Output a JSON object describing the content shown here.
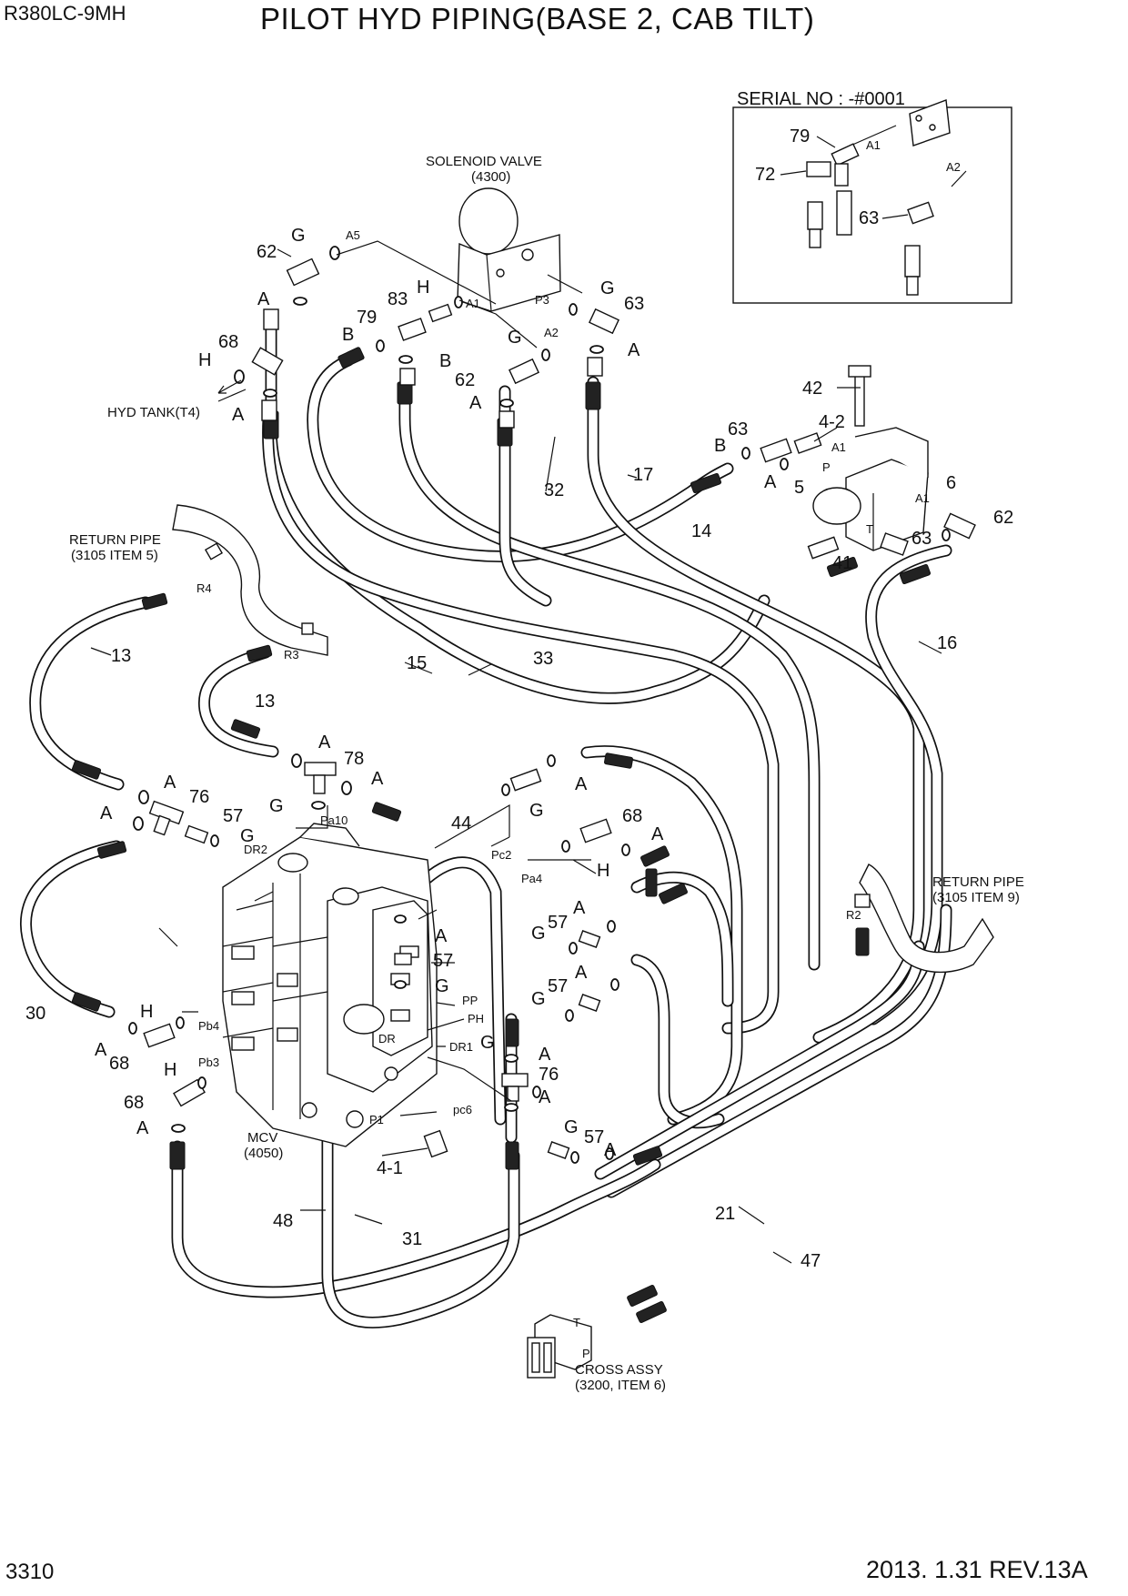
{
  "header": {
    "model": "R380LC-9MH",
    "title": "PILOT HYD PIPING(BASE 2, CAB TILT)"
  },
  "footer": {
    "page": "3310",
    "date_rev": "2013. 1.31  REV.13A"
  },
  "serial_box": {
    "title": "SERIAL NO : -#0001",
    "parts": [
      "79",
      "72",
      "63"
    ],
    "ports": [
      "A1",
      "A2"
    ]
  },
  "components": {
    "solenoid_valve": {
      "name": "SOLENOID VALVE",
      "code": "(4300)"
    },
    "mcv": {
      "name": "MCV",
      "code": "(4050)"
    },
    "return_pipe_left": {
      "name": "RETURN PIPE",
      "ref": "(3105 ITEM 5)"
    },
    "return_pipe_right": {
      "name": "RETURN PIPE",
      "ref": "(3105 ITEM 9)"
    },
    "cross_assy": {
      "name": "CROSS ASSY",
      "ref": "(3200, ITEM 6)"
    },
    "hyd_tank": "HYD TANK(T4)"
  },
  "labels": [
    {
      "id": "g1",
      "text": "G"
    },
    {
      "id": "n62a",
      "text": "62"
    },
    {
      "id": "a1",
      "text": "A"
    },
    {
      "id": "n68a",
      "text": "68"
    },
    {
      "id": "h1",
      "text": "H"
    },
    {
      "id": "a2",
      "text": "A"
    },
    {
      "id": "h2",
      "text": "H"
    },
    {
      "id": "n83",
      "text": "83"
    },
    {
      "id": "b1",
      "text": "B"
    },
    {
      "id": "n79",
      "text": "79"
    },
    {
      "id": "b2",
      "text": "B"
    },
    {
      "id": "n62b",
      "text": "62"
    },
    {
      "id": "a3",
      "text": "A"
    },
    {
      "id": "g2",
      "text": "G"
    },
    {
      "id": "g3",
      "text": "G"
    },
    {
      "id": "n63a",
      "text": "63"
    },
    {
      "id": "a4",
      "text": "A"
    },
    {
      "id": "n32",
      "text": "32"
    },
    {
      "id": "n17",
      "text": "17"
    },
    {
      "id": "n42",
      "text": "42"
    },
    {
      "id": "n63b",
      "text": "63"
    },
    {
      "id": "n4_2",
      "text": "4-2"
    },
    {
      "id": "b3",
      "text": "B"
    },
    {
      "id": "a5",
      "text": "A"
    },
    {
      "id": "n5",
      "text": "5"
    },
    {
      "id": "n6",
      "text": "6"
    },
    {
      "id": "n14",
      "text": "14"
    },
    {
      "id": "n62c",
      "text": "62"
    },
    {
      "id": "n63c",
      "text": "63"
    },
    {
      "id": "n41",
      "text": "41"
    },
    {
      "id": "n16",
      "text": "16"
    },
    {
      "id": "n13a",
      "text": "13"
    },
    {
      "id": "n15",
      "text": "15"
    },
    {
      "id": "n33",
      "text": "33"
    },
    {
      "id": "n13b",
      "text": "13"
    },
    {
      "id": "a6",
      "text": "A"
    },
    {
      "id": "n78",
      "text": "78"
    },
    {
      "id": "a7",
      "text": "A"
    },
    {
      "id": "a8",
      "text": "A"
    },
    {
      "id": "n76a",
      "text": "76"
    },
    {
      "id": "a9",
      "text": "A"
    },
    {
      "id": "n57a",
      "text": "57"
    },
    {
      "id": "g4",
      "text": "G"
    },
    {
      "id": "g5",
      "text": "G"
    },
    {
      "id": "n44",
      "text": "44"
    },
    {
      "id": "a10",
      "text": "A"
    },
    {
      "id": "g6",
      "text": "G"
    },
    {
      "id": "n68b",
      "text": "68"
    },
    {
      "id": "a11",
      "text": "A"
    },
    {
      "id": "h3",
      "text": "H"
    },
    {
      "id": "a12",
      "text": "A"
    },
    {
      "id": "n57b",
      "text": "57"
    },
    {
      "id": "g7",
      "text": "G"
    },
    {
      "id": "a13",
      "text": "A"
    },
    {
      "id": "n57c",
      "text": "57"
    },
    {
      "id": "g8",
      "text": "G"
    },
    {
      "id": "a14",
      "text": "A"
    },
    {
      "id": "n57d",
      "text": "57"
    },
    {
      "id": "g9",
      "text": "G"
    },
    {
      "id": "n30",
      "text": "30"
    },
    {
      "id": "h4",
      "text": "H"
    },
    {
      "id": "a15",
      "text": "A"
    },
    {
      "id": "n68c",
      "text": "68"
    },
    {
      "id": "h5",
      "text": "H"
    },
    {
      "id": "n68d",
      "text": "68"
    },
    {
      "id": "a16",
      "text": "A"
    },
    {
      "id": "g10",
      "text": "G"
    },
    {
      "id": "a17",
      "text": "A"
    },
    {
      "id": "n76b",
      "text": "76"
    },
    {
      "id": "a18",
      "text": "A"
    },
    {
      "id": "g11",
      "text": "G"
    },
    {
      "id": "n57e",
      "text": "57"
    },
    {
      "id": "a19",
      "text": "A"
    },
    {
      "id": "n4_1",
      "text": "4-1"
    },
    {
      "id": "n48",
      "text": "48"
    },
    {
      "id": "n31",
      "text": "31"
    },
    {
      "id": "n21",
      "text": "21"
    },
    {
      "id": "n47",
      "text": "47"
    }
  ],
  "port_labels": [
    {
      "id": "pA5",
      "text": "A5"
    },
    {
      "id": "pA1",
      "text": "A1"
    },
    {
      "id": "pP3",
      "text": "P3"
    },
    {
      "id": "pA2",
      "text": "A2"
    },
    {
      "id": "pR4",
      "text": "R4"
    },
    {
      "id": "pR3",
      "text": "R3"
    },
    {
      "id": "pPa10",
      "text": "Pa10"
    },
    {
      "id": "pDR2",
      "text": "DR2"
    },
    {
      "id": "pPc2",
      "text": "Pc2"
    },
    {
      "id": "pPa4",
      "text": "Pa4"
    },
    {
      "id": "pPb4",
      "text": "Pb4"
    },
    {
      "id": "pPb3",
      "text": "Pb3"
    },
    {
      "id": "pPP",
      "text": "PP"
    },
    {
      "id": "pPH",
      "text": "PH"
    },
    {
      "id": "pDR",
      "text": "DR"
    },
    {
      "id": "pDR1",
      "text": "DR1"
    },
    {
      "id": "ppc6",
      "text": "pc6"
    },
    {
      "id": "pP1",
      "text": "P1"
    },
    {
      "id": "pR2",
      "text": "R2"
    },
    {
      "id": "pT",
      "text": "T"
    },
    {
      "id": "pP",
      "text": "P"
    },
    {
      "id": "pA2b",
      "text": "A2"
    },
    {
      "id": "pPb",
      "text": "P"
    },
    {
      "id": "pA1b",
      "text": "A1"
    },
    {
      "id": "pTb",
      "text": "T"
    }
  ]
}
